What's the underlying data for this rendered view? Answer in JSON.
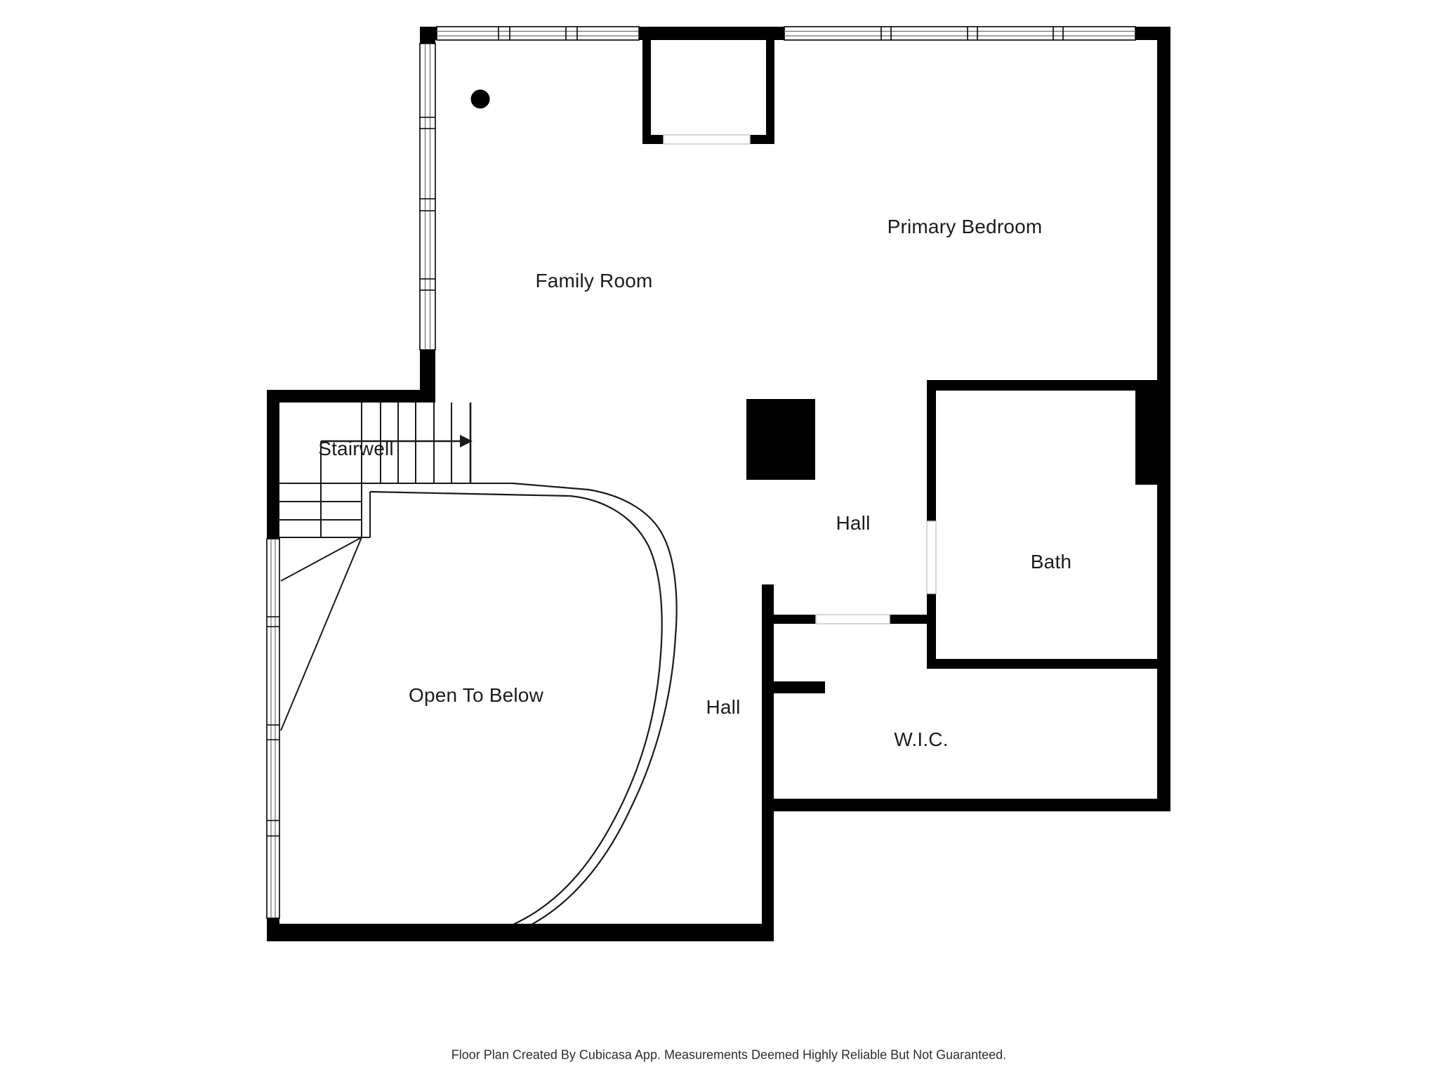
{
  "floor_plan": {
    "rooms": [
      {
        "name": "family-room",
        "label": "Family Room"
      },
      {
        "name": "primary-bedroom",
        "label": "Primary Bedroom"
      },
      {
        "name": "stairwell",
        "label": "Stairwell"
      },
      {
        "name": "hall-upper",
        "label": "Hall"
      },
      {
        "name": "bath",
        "label": "Bath"
      },
      {
        "name": "open-to-below",
        "label": "Open To Below"
      },
      {
        "name": "hall-lower",
        "label": "Hall"
      },
      {
        "name": "wic",
        "label": "W.I.C."
      }
    ],
    "footer": "Floor Plan Created By Cubicasa App. Measurements Deemed Highly Reliable But Not Guaranteed.",
    "icons": {
      "stair_direction_arrow": "right-arrow",
      "structural_column_dot": "filled-circle"
    },
    "colors": {
      "wall": "#000000",
      "background": "#ffffff",
      "opening_outline": "#c9c9c9",
      "text": "#1c1c1c"
    }
  }
}
